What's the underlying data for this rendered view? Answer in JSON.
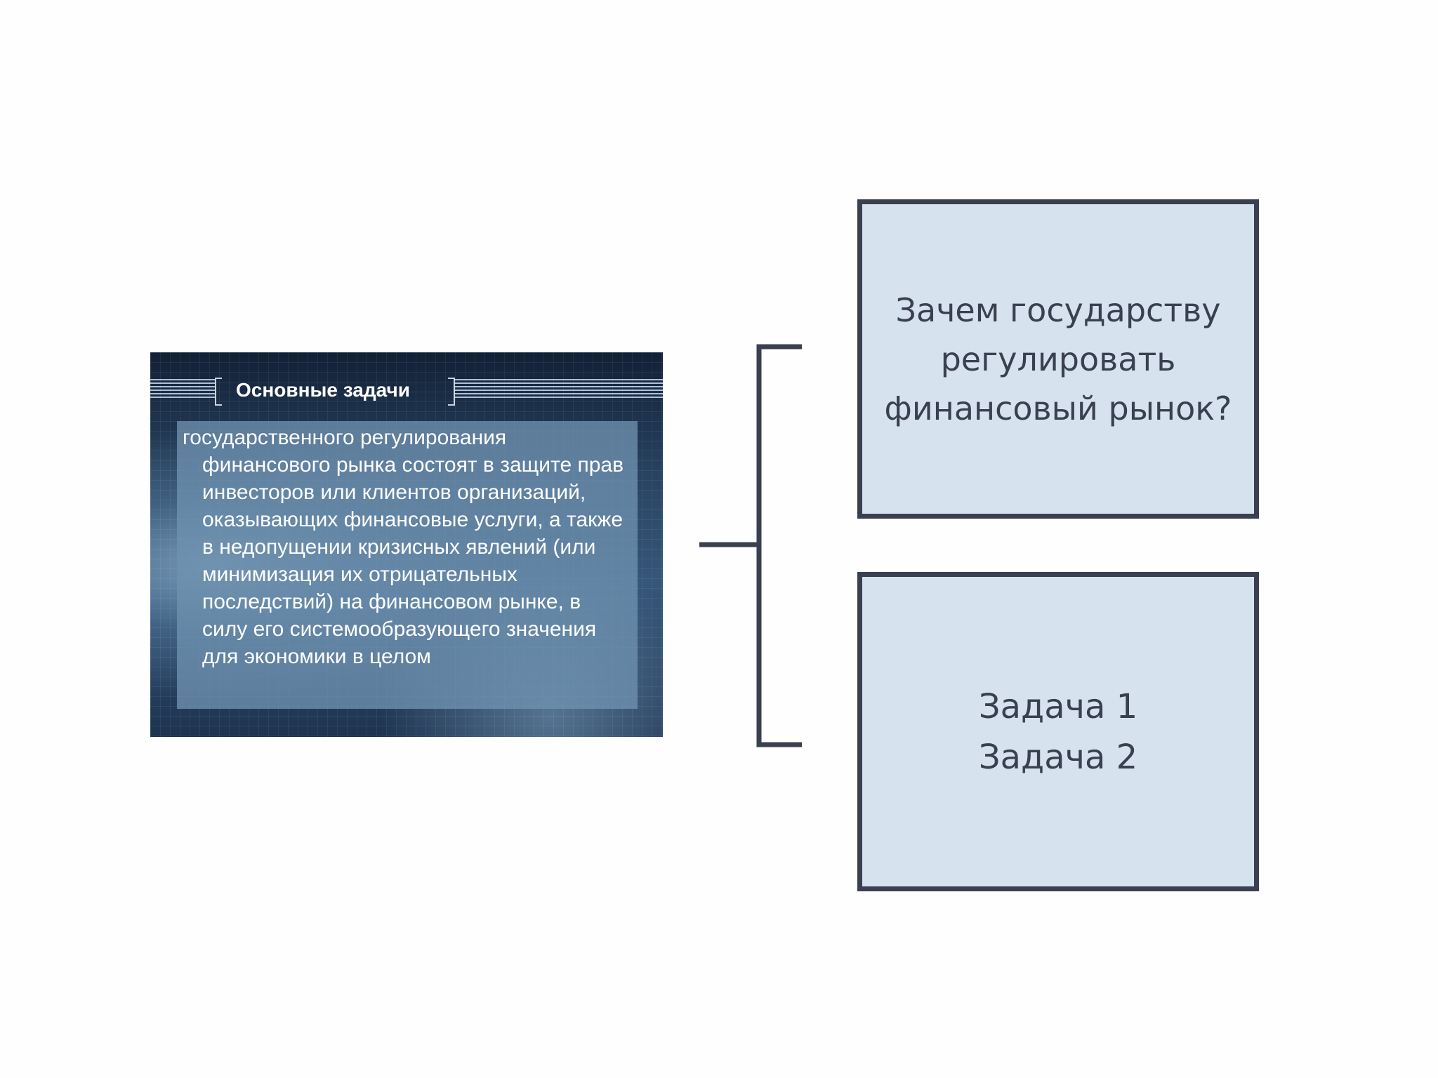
{
  "slide_image": {
    "title": "Основные задачи",
    "body": "государственного регулирования финансового рынка состоят в защите прав инвесторов или клиентов организаций, оказывающих финансовые услуги, а также в недопущении кризисных явлений (или минимизация их отрицательных последствий) на финансовом рынке, в силу его системообразующего значения для экономики в целом"
  },
  "boxes": {
    "question": {
      "lines": [
        "Зачем государству",
        "регулировать",
        "финансовый рынок?"
      ]
    },
    "tasks": {
      "lines": [
        "Задача 1",
        "Задача 2"
      ]
    }
  },
  "colors": {
    "box_fill": "#d6e3ef",
    "box_border": "#3a4050",
    "connector": "#3a4050",
    "background": "#fefefe"
  }
}
